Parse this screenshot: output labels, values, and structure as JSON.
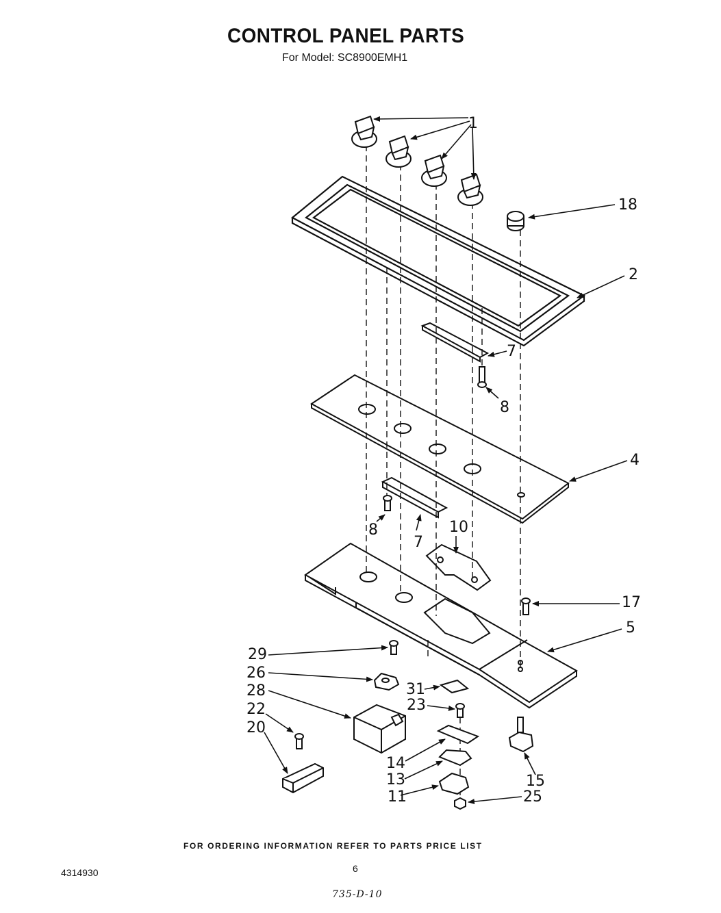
{
  "header": {
    "title": "CONTROL PANEL PARTS",
    "subtitle": "For Model: SC8900EMH1"
  },
  "callouts": [
    "1",
    "18",
    "2",
    "7",
    "8",
    "4",
    "8",
    "7",
    "10",
    "17",
    "5",
    "29",
    "26",
    "31",
    "28",
    "23",
    "22",
    "20",
    "14",
    "13",
    "15",
    "11",
    "25"
  ],
  "footer": {
    "ordering_note": "FOR ORDERING INFORMATION REFER TO PARTS PRICE LIST",
    "document_number": "4314930",
    "page_number": "6",
    "handwritten_note": "735-D-10"
  }
}
